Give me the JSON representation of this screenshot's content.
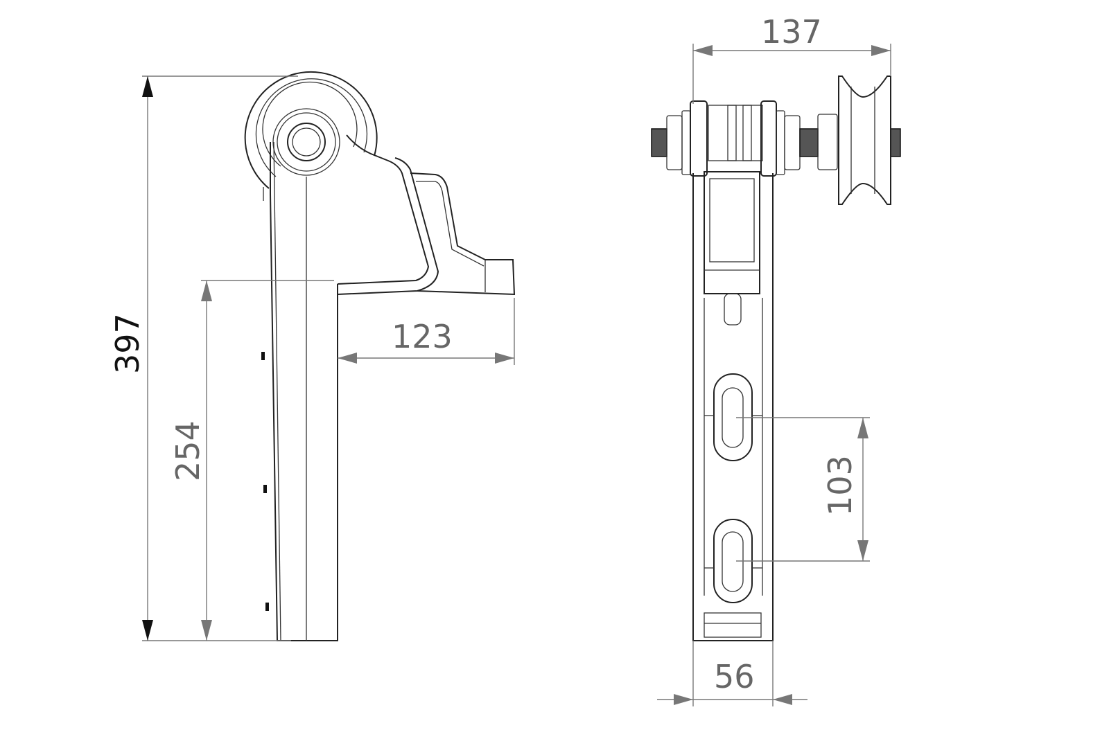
{
  "drawing": {
    "side_view": {
      "dimensions": {
        "overall_height": "397",
        "mount_height": "254",
        "bracket_width": "123"
      }
    },
    "front_view": {
      "dimensions": {
        "overall_width": "137",
        "slot_spacing": "103",
        "body_width": "56"
      }
    },
    "colors": {
      "line": "#222222",
      "dimension": "#777777"
    }
  }
}
